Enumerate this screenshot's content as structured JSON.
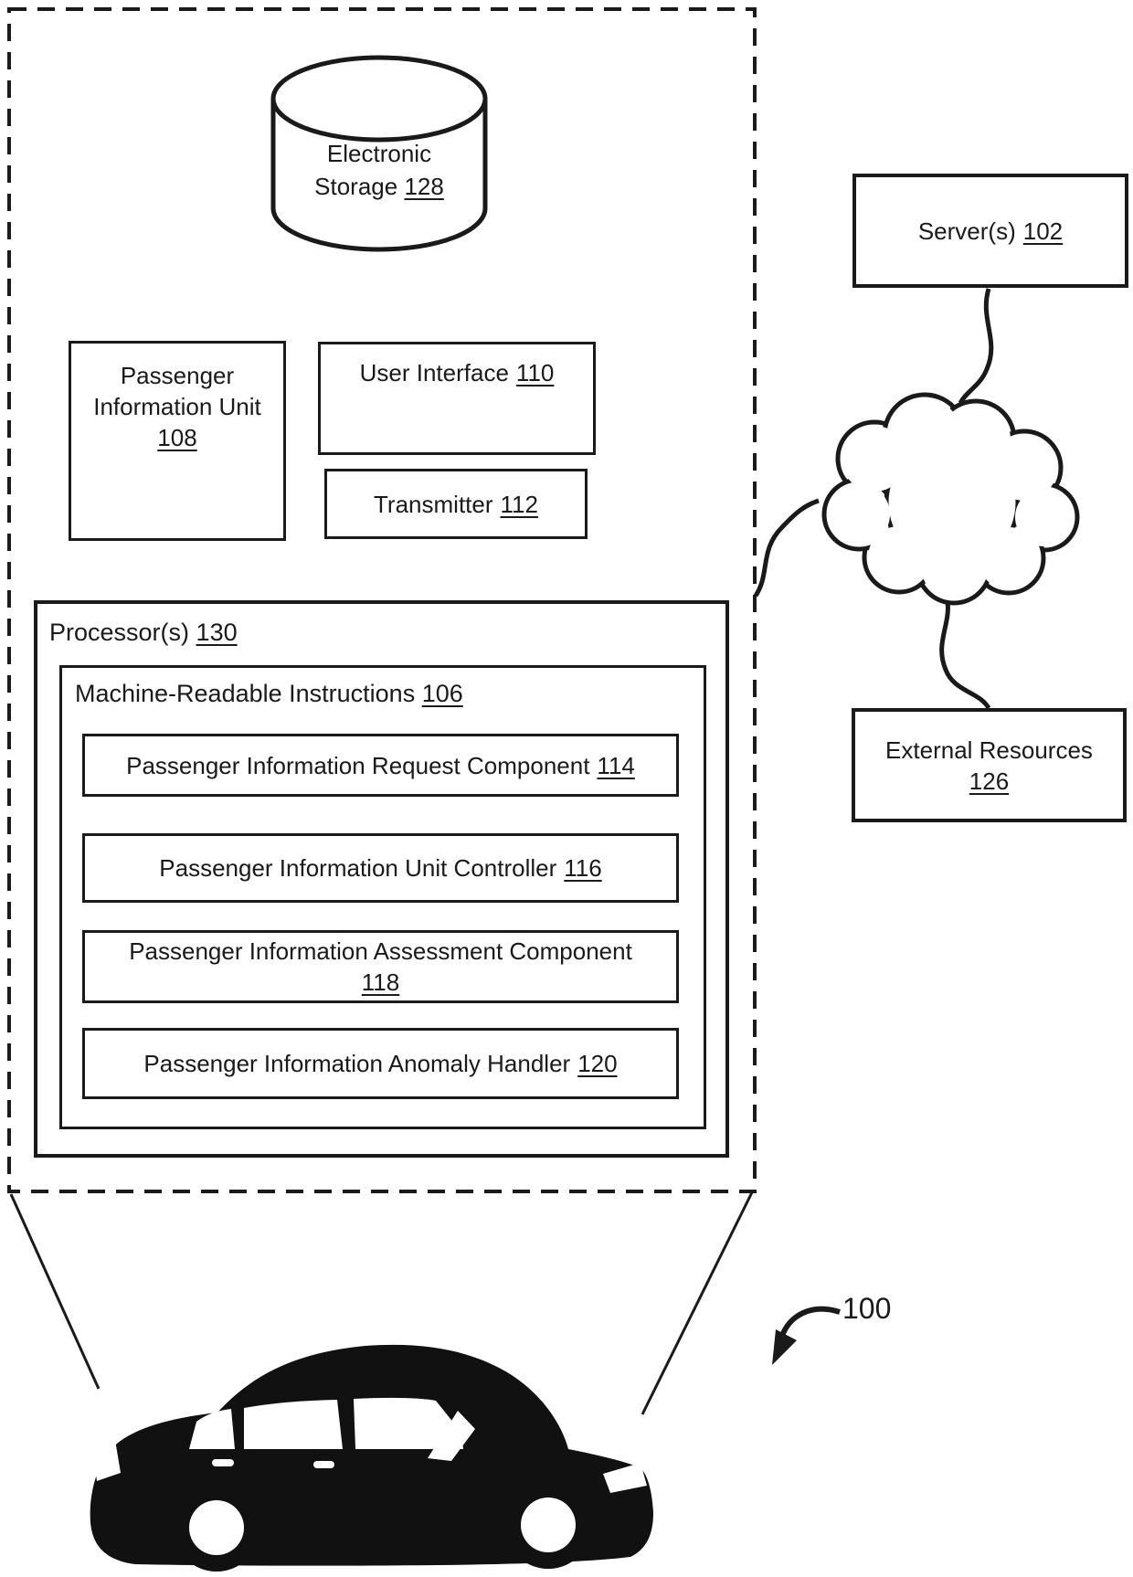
{
  "diagram": {
    "figure_ref": "100",
    "electronic_storage": {
      "label": "Electronic Storage",
      "ref": "128"
    },
    "passenger_info_unit": {
      "label": "Passenger Information Unit",
      "ref": "108"
    },
    "user_interface": {
      "label": "User Interface",
      "ref": "110"
    },
    "transmitter": {
      "label": "Transmitter",
      "ref": "112"
    },
    "processors": {
      "label": "Processor(s)",
      "ref": "130"
    },
    "machine_readable_instructions": {
      "label": "Machine-Readable Instructions",
      "ref": "106"
    },
    "components": [
      {
        "label": "Passenger Information Request Component",
        "ref": "114"
      },
      {
        "label": "Passenger Information Unit Controller",
        "ref": "116"
      },
      {
        "label": "Passenger Information Assessment Component",
        "ref": "118"
      },
      {
        "label": "Passenger Information Anomaly Handler",
        "ref": "120"
      }
    ],
    "servers": {
      "label": "Server(s)",
      "ref": "102"
    },
    "external_resources": {
      "label": "External Resources",
      "ref": "126"
    },
    "icons": {
      "storage": "database-cylinder-icon",
      "network": "network-cloud-icon",
      "vehicle": "car-silhouette-icon",
      "pointer": "figure-ref-arrow-icon"
    },
    "colors": {
      "line": "#1a1a1a",
      "background": "#ffffff"
    }
  }
}
